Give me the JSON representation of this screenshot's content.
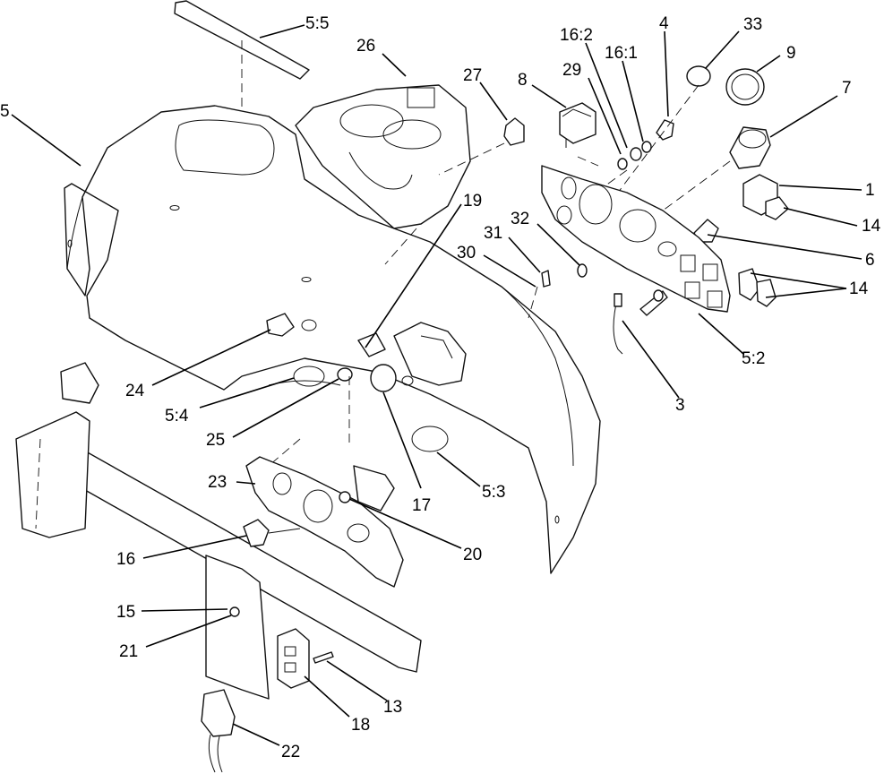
{
  "diagram": {
    "type": "exploded-parts-diagram",
    "callouts": [
      {
        "id": "c-5-5",
        "label": "5:5"
      },
      {
        "id": "c-26",
        "label": "26"
      },
      {
        "id": "c-27",
        "label": "27"
      },
      {
        "id": "c-16-2",
        "label": "16:2"
      },
      {
        "id": "c-4",
        "label": "4"
      },
      {
        "id": "c-33",
        "label": "33"
      },
      {
        "id": "c-9",
        "label": "9"
      },
      {
        "id": "c-16-1",
        "label": "16:1"
      },
      {
        "id": "c-29",
        "label": "29"
      },
      {
        "id": "c-8",
        "label": "8"
      },
      {
        "id": "c-7",
        "label": "7"
      },
      {
        "id": "c-5",
        "label": "5"
      },
      {
        "id": "c-1",
        "label": "1"
      },
      {
        "id": "c-14a",
        "label": "14"
      },
      {
        "id": "c-19",
        "label": "19"
      },
      {
        "id": "c-32",
        "label": "32"
      },
      {
        "id": "c-31",
        "label": "31"
      },
      {
        "id": "c-30",
        "label": "30"
      },
      {
        "id": "c-6",
        "label": "6"
      },
      {
        "id": "c-14b",
        "label": "14"
      },
      {
        "id": "c-5-2",
        "label": "5:2"
      },
      {
        "id": "c-24",
        "label": "24"
      },
      {
        "id": "c-5-4",
        "label": "5:4"
      },
      {
        "id": "c-25",
        "label": "25"
      },
      {
        "id": "c-3",
        "label": "3"
      },
      {
        "id": "c-17",
        "label": "17"
      },
      {
        "id": "c-5-3",
        "label": "5:3"
      },
      {
        "id": "c-23",
        "label": "23"
      },
      {
        "id": "c-20",
        "label": "20"
      },
      {
        "id": "c-16",
        "label": "16"
      },
      {
        "id": "c-15",
        "label": "15"
      },
      {
        "id": "c-21",
        "label": "21"
      },
      {
        "id": "c-13",
        "label": "13"
      },
      {
        "id": "c-18",
        "label": "18"
      },
      {
        "id": "c-22",
        "label": "22"
      }
    ]
  }
}
